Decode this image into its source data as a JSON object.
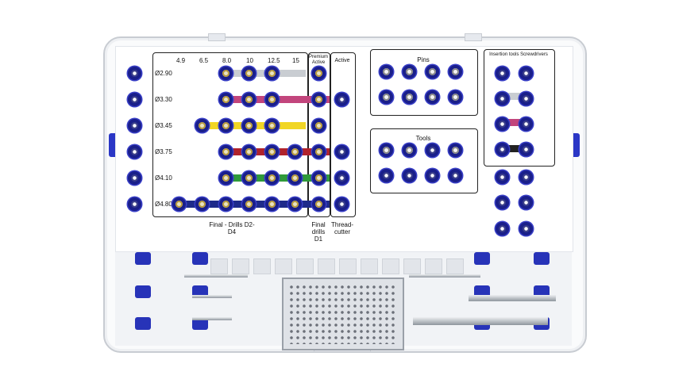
{
  "columns": [
    "4.9",
    "6.5",
    "8.0",
    "10",
    "12.5",
    "15"
  ],
  "header_premium": "Premium Active",
  "header_active": "Active",
  "rows": [
    "Ø2.90",
    "Ø3.30",
    "Ø3.45",
    "Ø3.75",
    "Ø4.10",
    "Ø4.80"
  ],
  "band_colors": [
    "#c9cdd2",
    "#c2457c",
    "#f1d624",
    "#b0232c",
    "#2f9a3a",
    "#1e2a8a"
  ],
  "accent": "#2b37c6",
  "sections": {
    "pins": "Pins",
    "tools": "Tools",
    "insertion": "Insertion tools Screwdrivers"
  },
  "bottom_labels": {
    "final_drills": "Final - Drills D2-D4",
    "final_d1": "Final drills D1",
    "thread_cutter": "Thread-cutter"
  }
}
